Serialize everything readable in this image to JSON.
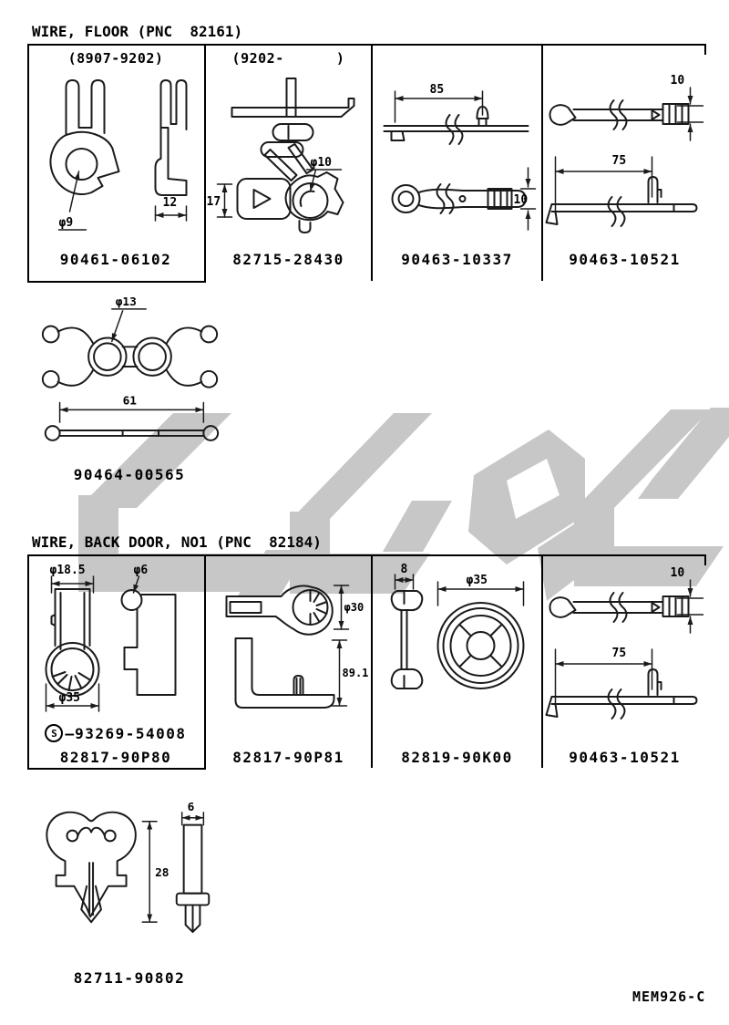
{
  "page": {
    "doc_code": "MEM926-C",
    "watermark_color": "#c7c7c7"
  },
  "section_floor": {
    "title": "WIRE, FLOOR (PNC  82161)",
    "cells": [
      {
        "variant": "(8907-9202)",
        "part_number": "90461-06102",
        "dims": {
          "hole_dia": "φ9",
          "width": "12"
        }
      },
      {
        "variant": "(9202-      )",
        "part_number": "82715-28430",
        "dims": {
          "height": "17",
          "hole_dia": "φ10"
        }
      },
      {
        "part_number": "90463-10337",
        "dims": {
          "length": "85",
          "height": "10"
        }
      },
      {
        "part_number": "90463-10521",
        "dims": {
          "height": "10",
          "length": "75"
        }
      }
    ]
  },
  "part_block_90464": {
    "part_number": "90464-00565",
    "dims": {
      "hole_dia": "φ13",
      "length": "61"
    }
  },
  "section_back_door": {
    "title": "WIRE, BACK DOOR, NO1 (PNC  82184)",
    "cells": [
      {
        "part_number": "82817-90P80",
        "sub_part": {
          "code_letter": "S",
          "connector": "—",
          "part_number": "93269-54008"
        },
        "dims": {
          "top_dia": "φ18.5",
          "side_hole_dia": "φ6",
          "bottom_dia": "φ35"
        }
      },
      {
        "part_number": "82817-90P81",
        "dims": {
          "head_dia": "φ30",
          "height": "89.1"
        }
      },
      {
        "part_number": "82819-90K00",
        "dims": {
          "width": "8",
          "dia": "φ35"
        }
      },
      {
        "part_number": "90463-10521",
        "dims": {
          "height": "10",
          "length": "75"
        }
      }
    ]
  },
  "part_block_82711": {
    "part_number": "82711-90802",
    "dims": {
      "width": "6",
      "height": "28"
    }
  }
}
